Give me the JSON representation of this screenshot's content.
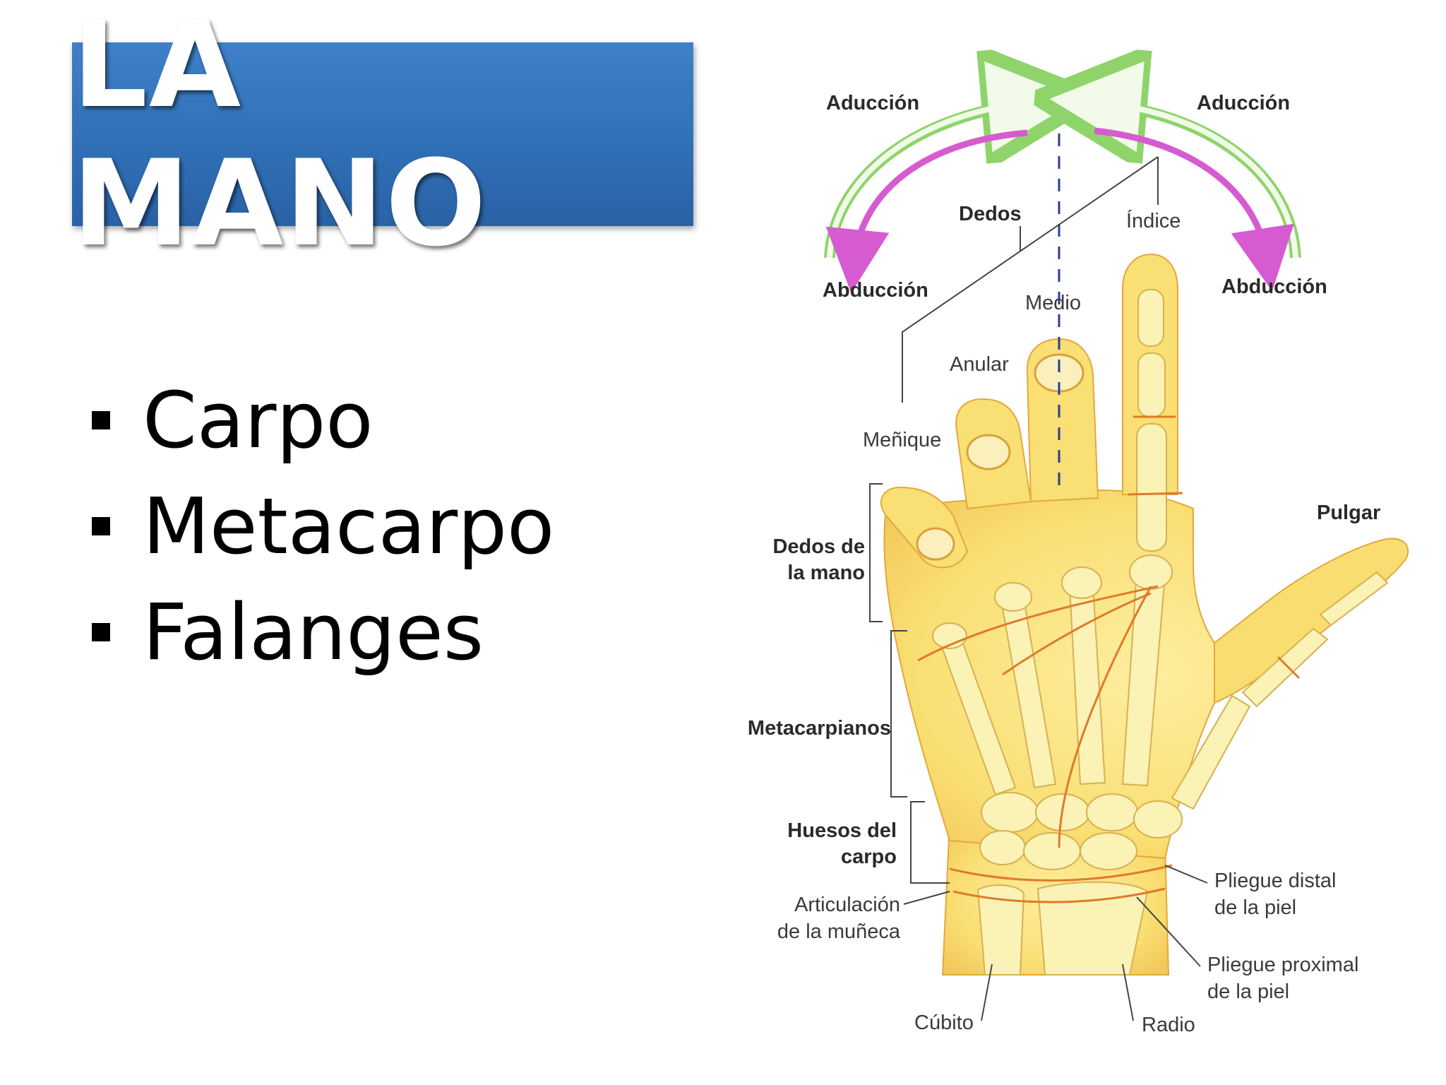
{
  "title": "LA MANO",
  "bullets": [
    "Carpo",
    "Metacarpo",
    "Falanges"
  ],
  "diagram": {
    "labels": {
      "aduccion_left": "Aducción",
      "aduccion_right": "Aducción",
      "abduccion_left": "Abducción",
      "abduccion_right": "Abducción",
      "dedos": "Dedos",
      "indice": "Índice",
      "medio": "Medio",
      "anular": "Anular",
      "menique": "Meñique",
      "pulgar": "Pulgar",
      "dedos_mano_1": "Dedos de",
      "dedos_mano_2": "la mano",
      "metacarpianos": "Metacarpianos",
      "huesos_1": "Huesos del",
      "huesos_2": "carpo",
      "articulacion_1": "Articulación",
      "articulacion_2": "de la muñeca",
      "cubito": "Cúbito",
      "radio": "Radio",
      "pliegue_distal_1": "Pliegue distal",
      "pliegue_distal_2": "de la piel",
      "pliegue_proximal_1": "Pliegue proximal",
      "pliegue_proximal_2": "de la piel"
    },
    "colors": {
      "skin": "#f9e079",
      "skin_edge": "#e3a83c",
      "bone": "#fbf2b6",
      "crease": "#e07a2a",
      "aduccion_arrow": "#8fd46b",
      "abduccion_arrow": "#d65bd0"
    }
  }
}
